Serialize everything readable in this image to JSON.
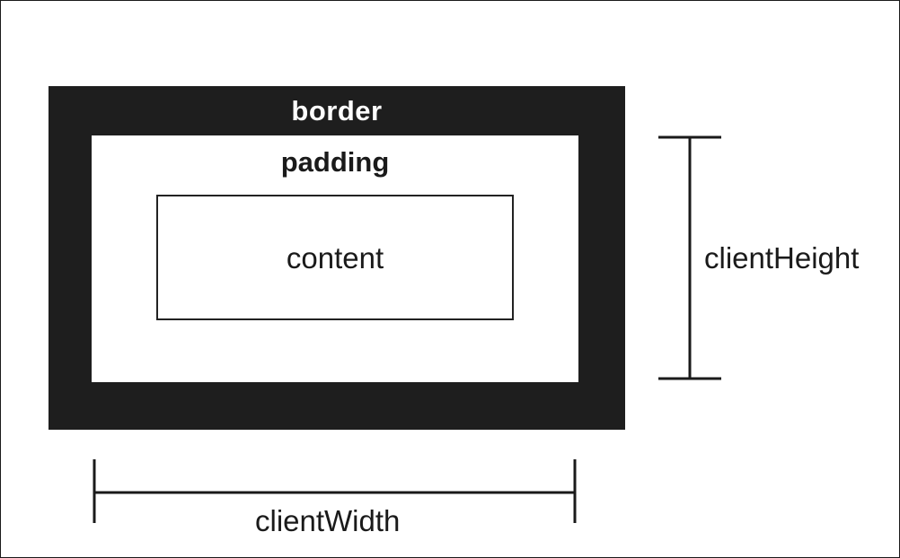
{
  "diagram": {
    "border_label": "border",
    "padding_label": "padding",
    "content_label": "content",
    "height_label": "clientHeight",
    "width_label": "clientWidth"
  },
  "colors": {
    "border_fill": "#1e1e1e",
    "padding_fill": "#ffffff",
    "line": "#1a1a1a"
  }
}
